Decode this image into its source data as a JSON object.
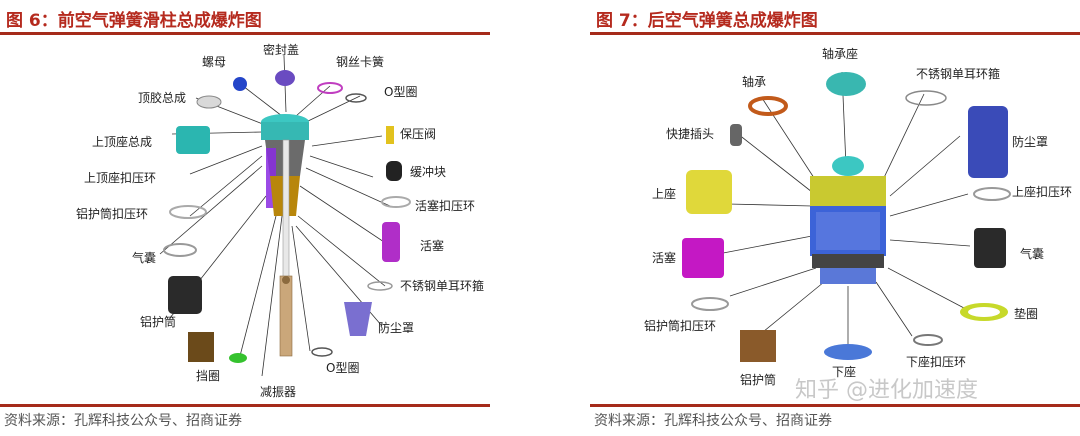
{
  "left_panel": {
    "title": "图 6：前空气弹簧滑柱总成爆炸图",
    "source": "资料来源：孔辉科技公众号、招商证券",
    "labels": {
      "luomu": "螺母",
      "mifenggai": "密封盖",
      "gangsikahuang": "钢丝卡簧",
      "dingjiaozongcheng": "顶胶总成",
      "oxingquan_top": "O型圈",
      "shangdingzuozongcheng": "上顶座总成",
      "baoyafa": "保压阀",
      "huanchongkuai": "缓冲块",
      "shangdingzuokouyahuan": "上顶座扣压环",
      "huosaikouyahuan": "活塞扣压环",
      "lvhutongkouyahuan": "铝护筒扣压环",
      "huosai": "活塞",
      "qinang": "气囊",
      "buxiugang": "不锈钢单耳环箍",
      "lvhutong": "铝护筒",
      "fangchenzhao": "防尘罩",
      "dangquan": "挡圈",
      "oxingquan_bottom": "O型圈",
      "jianzhenqi": "减振器"
    }
  },
  "right_panel": {
    "title": "图 7：后空气弹簧总成爆炸图",
    "source": "资料来源：孔辉科技公众号、招商证券",
    "labels": {
      "zhouchengzuo": "轴承座",
      "zhoucheng": "轴承",
      "buxiugang": "不锈钢单耳环箍",
      "kuaijiechatou": "快捷插头",
      "fangchenzhao": "防尘罩",
      "shangzuo": "上座",
      "shangzuokouyahuan": "上座扣压环",
      "huosai": "活塞",
      "qinang": "气囊",
      "dianquan": "垫圈",
      "lvhutongkouyahuan": "铝护筒扣压环",
      "xiazuokouyahuan": "下座扣压环",
      "lvhutong": "铝护筒",
      "xiazuo": "下座"
    }
  },
  "watermark": "知乎 @进化加速度",
  "colors": {
    "title": "#b52a1e",
    "rule": "#a52a1a"
  }
}
